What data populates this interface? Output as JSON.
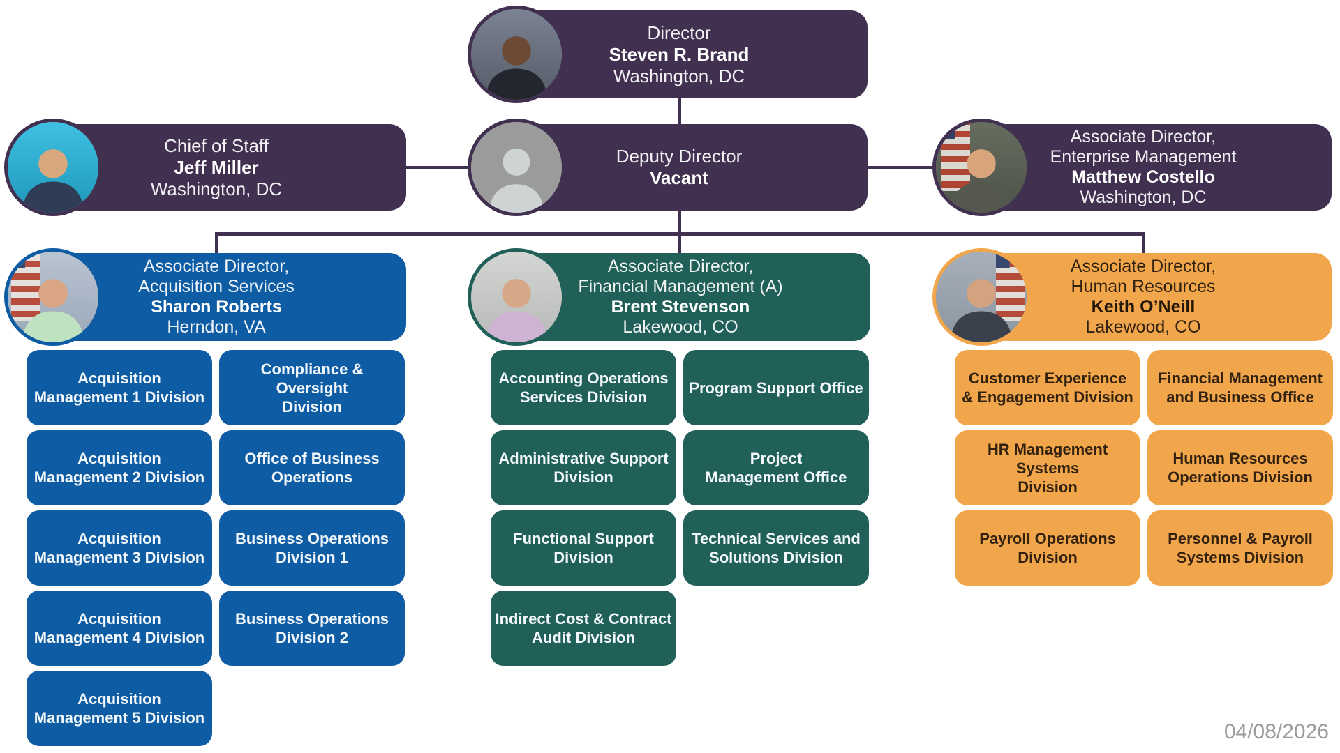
{
  "page": {
    "date": "04/08/2026"
  },
  "colors": {
    "purple": "#413050",
    "blue": "#0E5CA3",
    "teal": "#206059",
    "orange": "#F2A64B",
    "line": "#413050",
    "date_text": "#9B9B9B"
  },
  "nodes": {
    "director": {
      "title": "Director",
      "name": "Steven R. Brand",
      "location": "Washington, DC"
    },
    "chief_of_staff": {
      "title": "Chief of Staff",
      "name": "Jeff Miller",
      "location": "Washington, DC"
    },
    "deputy_director": {
      "title": "Deputy Director",
      "name": "Vacant"
    },
    "enterprise": {
      "title_line1": "Associate Director,",
      "title_line2": "Enterprise Management",
      "name": "Matthew Costello",
      "location": "Washington, DC"
    },
    "acquisition": {
      "title_line1": "Associate Director,",
      "title_line2": "Acquisition Services",
      "name": "Sharon Roberts",
      "location": "Herndon, VA",
      "divisions": [
        "Acquisition\nManagement 1 Division",
        "Compliance & Oversight\nDivision",
        "Acquisition\nManagement 2 Division",
        "Office of Business\nOperations",
        "Acquisition\nManagement 3 Division",
        "Business Operations\nDivision 1",
        "Acquisition\nManagement 4 Division",
        "Business Operations\nDivision 2",
        "Acquisition\nManagement 5 Division"
      ]
    },
    "financial": {
      "title_line1": "Associate Director,",
      "title_line2": "Financial Management (A)",
      "name": "Brent Stevenson",
      "location": "Lakewood, CO",
      "divisions": [
        "Accounting Operations\nServices Division",
        "Program Support Office",
        "Administrative Support\nDivision",
        "Project\nManagement Office",
        "Functional Support\nDivision",
        "Technical Services and\nSolutions Division",
        "Indirect Cost & Contract\nAudit Division"
      ]
    },
    "hr": {
      "title_line1": "Associate Director,",
      "title_line2": "Human Resources",
      "name": "Keith O’Neill",
      "location": "Lakewood, CO",
      "divisions": [
        "Customer Experience\n& Engagement Division",
        "Financial Management\nand Business Office",
        "HR Management Systems\nDivision",
        "Human Resources\nOperations Division",
        "Payroll Operations\nDivision",
        "Personnel & Payroll\nSystems Division"
      ]
    }
  }
}
